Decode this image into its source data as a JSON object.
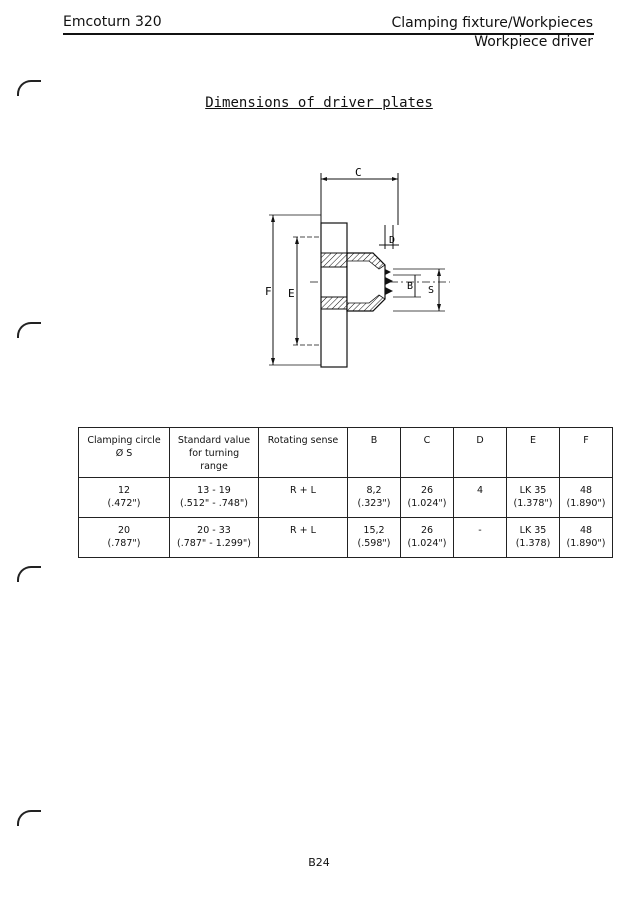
{
  "header": {
    "left": "Emcoturn 320",
    "right_line1": "Clamping fixture/Workpieces",
    "right_line2": "Workpiece driver"
  },
  "title": "Dimensions of driver plates",
  "drawing": {
    "labels": {
      "C": "C",
      "D": "D",
      "F": "F",
      "E": "E",
      "B": "B",
      "S": "S"
    }
  },
  "table": {
    "headers": [
      [
        "Clamping circle",
        "Ø S"
      ],
      [
        "Standard value",
        "for turning",
        "range"
      ],
      [
        "Rotating sense"
      ],
      [
        "B"
      ],
      [
        "C"
      ],
      [
        "D"
      ],
      [
        "E"
      ],
      [
        "F"
      ]
    ],
    "rows": [
      [
        [
          "12",
          "(.472\")"
        ],
        [
          "13 - 19",
          "(.512\" - .748\")"
        ],
        [
          "R + L"
        ],
        [
          "8,2",
          "(.323\")"
        ],
        [
          "26",
          "(1.024\")"
        ],
        [
          "4"
        ],
        [
          "LK 35",
          "(1.378\")"
        ],
        [
          "48",
          "(1.890\")"
        ]
      ],
      [
        [
          "20",
          "(.787\")"
        ],
        [
          "20 - 33",
          "(.787\" - 1.299\")"
        ],
        [
          "R + L"
        ],
        [
          "15,2",
          "(.598\")"
        ],
        [
          "26",
          "(1.024\")"
        ],
        [
          "-"
        ],
        [
          "LK 35",
          "(1.378)"
        ],
        [
          "48",
          "(1.890\")"
        ]
      ]
    ]
  },
  "page_number": "B24"
}
